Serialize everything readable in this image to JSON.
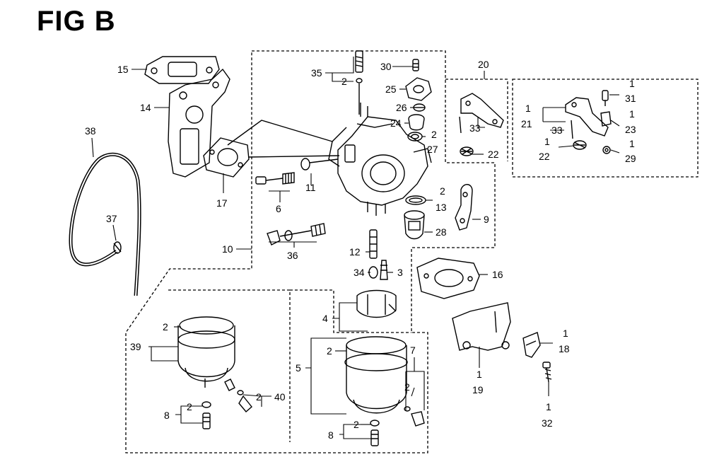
{
  "figure": {
    "title": "FIG B",
    "callouts": [
      {
        "id": "c15",
        "label": "15"
      },
      {
        "id": "c14",
        "label": "14"
      },
      {
        "id": "c38",
        "label": "38"
      },
      {
        "id": "c37",
        "label": "37"
      },
      {
        "id": "c17",
        "label": "17"
      },
      {
        "id": "c10",
        "label": "10"
      },
      {
        "id": "c35",
        "label": "35"
      },
      {
        "id": "c35q",
        "label": "2"
      },
      {
        "id": "c30",
        "label": "30"
      },
      {
        "id": "c25",
        "label": "25"
      },
      {
        "id": "c26",
        "label": "26"
      },
      {
        "id": "c24",
        "label": "24"
      },
      {
        "id": "c27q",
        "label": "2"
      },
      {
        "id": "c27",
        "label": "27"
      },
      {
        "id": "c6",
        "label": "6"
      },
      {
        "id": "c11",
        "label": "11"
      },
      {
        "id": "c13q",
        "label": "2"
      },
      {
        "id": "c13",
        "label": "13"
      },
      {
        "id": "c28",
        "label": "28"
      },
      {
        "id": "c9",
        "label": "9"
      },
      {
        "id": "c20",
        "label": "20"
      },
      {
        "id": "c33a",
        "label": "33"
      },
      {
        "id": "c22a",
        "label": "22"
      },
      {
        "id": "c31q",
        "label": "1"
      },
      {
        "id": "c31",
        "label": "31"
      },
      {
        "id": "c21q",
        "label": "1"
      },
      {
        "id": "c21",
        "label": "21"
      },
      {
        "id": "c23q",
        "label": "1"
      },
      {
        "id": "c23",
        "label": "23"
      },
      {
        "id": "c33b",
        "label": "33"
      },
      {
        "id": "c22q",
        "label": "1"
      },
      {
        "id": "c22b",
        "label": "22"
      },
      {
        "id": "c29q",
        "label": "1"
      },
      {
        "id": "c29",
        "label": "29"
      },
      {
        "id": "c36",
        "label": "36"
      },
      {
        "id": "c12",
        "label": "12"
      },
      {
        "id": "c34",
        "label": "34"
      },
      {
        "id": "c3",
        "label": "3"
      },
      {
        "id": "c16",
        "label": "16"
      },
      {
        "id": "c4",
        "label": "4"
      },
      {
        "id": "c39q",
        "label": "2"
      },
      {
        "id": "c39",
        "label": "39"
      },
      {
        "id": "c40q",
        "label": "2"
      },
      {
        "id": "c40",
        "label": "40"
      },
      {
        "id": "c8aq",
        "label": "2"
      },
      {
        "id": "c8a",
        "label": "8"
      },
      {
        "id": "c5q",
        "label": "2"
      },
      {
        "id": "c5",
        "label": "5"
      },
      {
        "id": "c7",
        "label": "7"
      },
      {
        "id": "c7q",
        "label": "2"
      },
      {
        "id": "c8bq",
        "label": "2"
      },
      {
        "id": "c8b",
        "label": "8"
      },
      {
        "id": "c18q",
        "label": "1"
      },
      {
        "id": "c18",
        "label": "18"
      },
      {
        "id": "c19q",
        "label": "1"
      },
      {
        "id": "c19",
        "label": "19"
      },
      {
        "id": "c32q",
        "label": "1"
      },
      {
        "id": "c32",
        "label": "32"
      }
    ]
  }
}
